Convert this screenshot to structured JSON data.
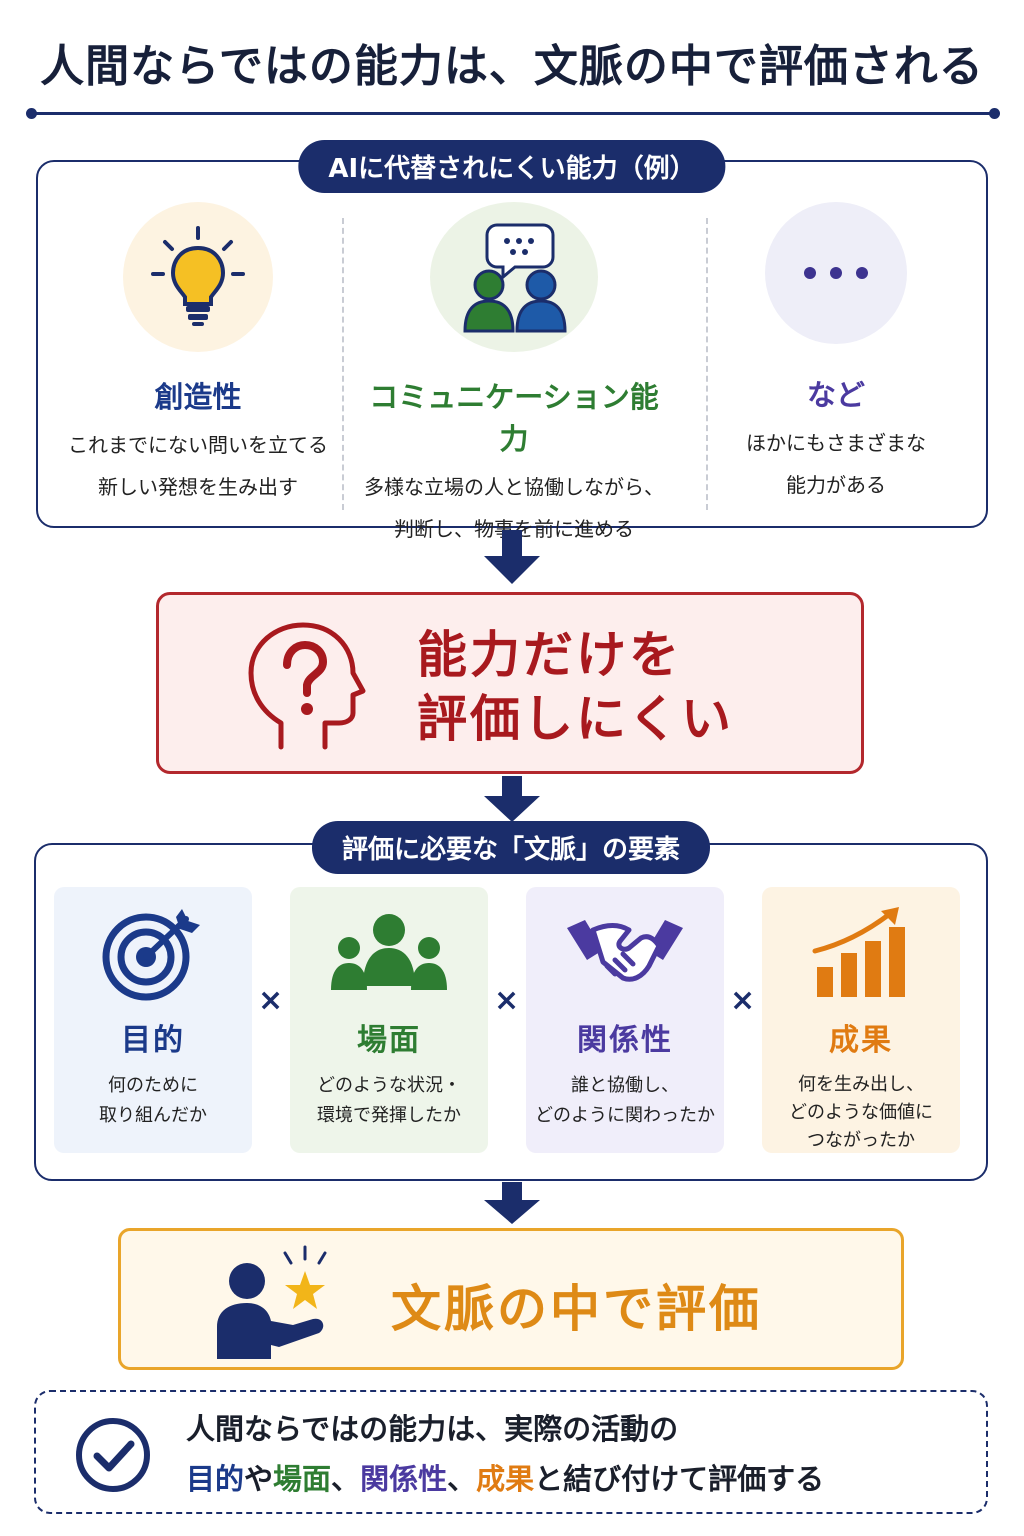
{
  "title": "人間ならではの能力は、文脈の中で評価される",
  "abilities": {
    "header": "AIに代替されにくい能力（例）",
    "items": [
      {
        "name": "創造性",
        "desc1": "これまでにない問いを立てる",
        "desc2": "新しい発想を生み出す",
        "icon": "lightbulb-icon",
        "color": "#1b3a8a"
      },
      {
        "name": "コミュニケーション能力",
        "desc1": "多様な立場の人と協働しながら、",
        "desc2": "判断し、物事を前に進める",
        "icon": "people-chat-icon",
        "color": "#2e7d32"
      },
      {
        "name": "など",
        "desc1": "ほかにもさまざまな",
        "desc2": "能力がある",
        "icon": "ellipsis-icon",
        "color": "#4b3aa0"
      }
    ]
  },
  "hard_to_evaluate": {
    "line1": "能力だけを",
    "line2": "評価しにくい",
    "icon": "head-question-icon",
    "color": "#a8191e"
  },
  "context": {
    "header": "評価に必要な「文脈」の要素",
    "operator": "×",
    "items": [
      {
        "name": "目的",
        "desc": [
          "何のために",
          "取り組んだか"
        ],
        "icon": "target-icon",
        "color": "#1b3a8a",
        "bg": "#eef3fb"
      },
      {
        "name": "場面",
        "desc": [
          "どのような状況・",
          "環境で発揮したか"
        ],
        "icon": "group-icon",
        "color": "#2e7d32",
        "bg": "#eef5ea"
      },
      {
        "name": "関係性",
        "desc": [
          "誰と協働し、",
          "どのように関わったか"
        ],
        "icon": "handshake-icon",
        "color": "#4b3aa0",
        "bg": "#f0eefa"
      },
      {
        "name": "成果",
        "desc": [
          "何を生み出し、",
          "どのような価値に",
          "つながったか"
        ],
        "icon": "growth-chart-icon",
        "color": "#e07b12",
        "bg": "#fdf3e3"
      }
    ]
  },
  "evaluate_in_context": {
    "label": "文脈の中で評価",
    "icon": "person-star-icon"
  },
  "summary": {
    "line1": "人間ならではの能力は、実際の活動の",
    "line2_parts": [
      "目的",
      "や",
      "場面",
      "、",
      "関係性",
      "、",
      "成果",
      "と結び付けて評価する"
    ],
    "icon": "check-circle-icon"
  }
}
